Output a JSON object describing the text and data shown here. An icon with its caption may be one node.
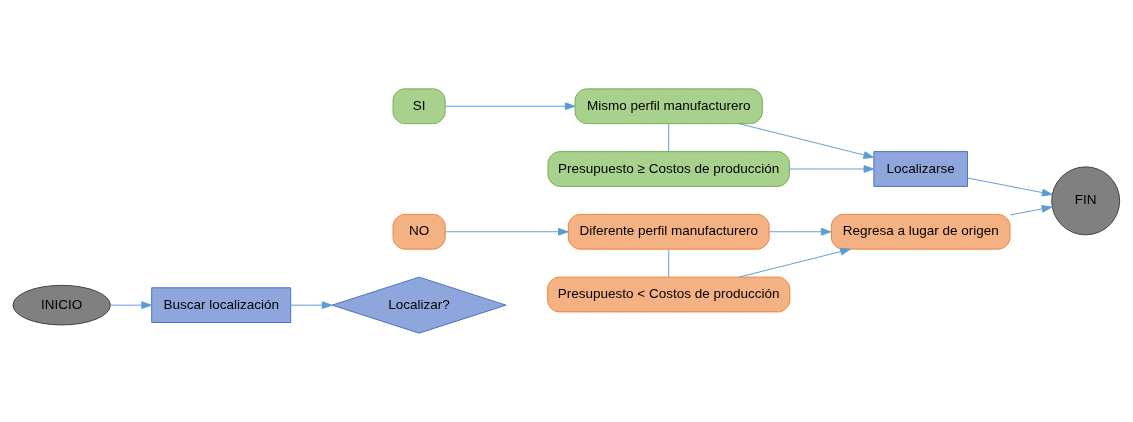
{
  "diagram": {
    "nodes": [
      {
        "text": [
          "INICIO"
        ]
      },
      {
        "text": [
          "Buscar localización"
        ]
      },
      {
        "text": [
          "Localizar?"
        ]
      },
      {
        "text": [
          "SI"
        ]
      },
      {
        "text": [
          "Mismo perfil manufacturero"
        ]
      },
      {
        "text": [
          "Presupuesto ≥ Costos de producción"
        ]
      },
      {
        "text": [
          "Localizarse"
        ]
      },
      {
        "text": [
          "FIN"
        ]
      },
      {
        "text": [
          "NO"
        ]
      },
      {
        "text": [
          "Diferente perfil manufacturero"
        ]
      },
      {
        "text": [
          "Presupuesto < Costos de producción"
        ]
      },
      {
        "text": [
          "Regresa a lugar de origen"
        ]
      }
    ],
    "edges": [
      {
        "from": 0,
        "to": 1,
        "arrow": "to"
      },
      {
        "from": 1,
        "to": 2,
        "arrow": "to"
      },
      {
        "from": 3,
        "to": 4,
        "arrow": "to"
      },
      {
        "from": 4,
        "to": 5,
        "arrow": "none"
      },
      {
        "from": 4,
        "to": 6,
        "arrow": "to"
      },
      {
        "from": 5,
        "to": 6,
        "arrow": "to"
      },
      {
        "from": 6,
        "to": 7,
        "arrow": "to"
      },
      {
        "from": 8,
        "to": 9,
        "arrow": "to"
      },
      {
        "from": 9,
        "to": 10,
        "arrow": "none"
      },
      {
        "from": 9,
        "to": 11,
        "arrow": "to"
      },
      {
        "from": 10,
        "to": 11,
        "arrow": "to"
      },
      {
        "from": 11,
        "to": 7,
        "arrow": "to"
      }
    ]
  }
}
